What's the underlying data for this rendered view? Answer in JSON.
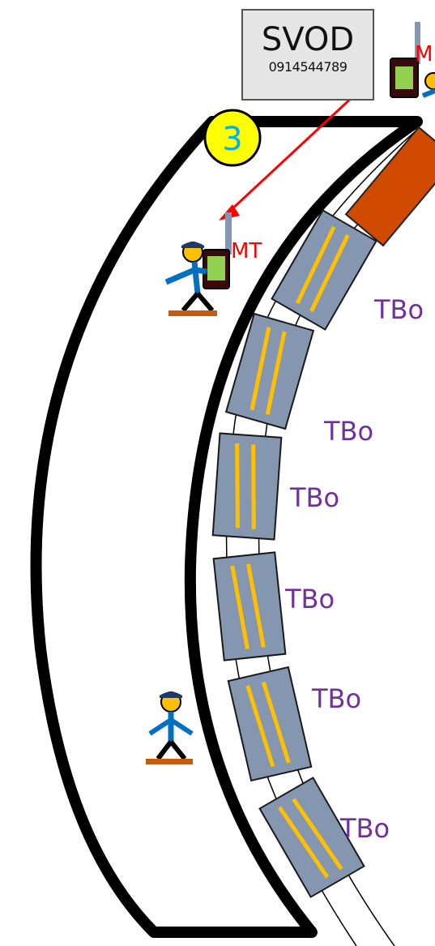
{
  "svod": {
    "title": "SVOD",
    "phone": "0914544789"
  },
  "station_number": "3",
  "worker_labels": {
    "top": "M",
    "middle": "MT"
  },
  "wagons": [
    {
      "label": "TBo"
    },
    {
      "label": "TBo"
    },
    {
      "label": "TBo"
    },
    {
      "label": "TBo"
    },
    {
      "label": "TBo"
    },
    {
      "label": "TBo"
    }
  ],
  "colors": {
    "track": "#000000",
    "wagon_fill": "#8496b0",
    "wagon_stripe": "#ffc000",
    "locomotive": "#d04a02",
    "label_text": "#7030a0",
    "arrow": "#ff0000",
    "number_circle": "#ffff00",
    "number_text": "#00b0f0",
    "radio": "#92d050",
    "worker_body": "#0070c0"
  }
}
